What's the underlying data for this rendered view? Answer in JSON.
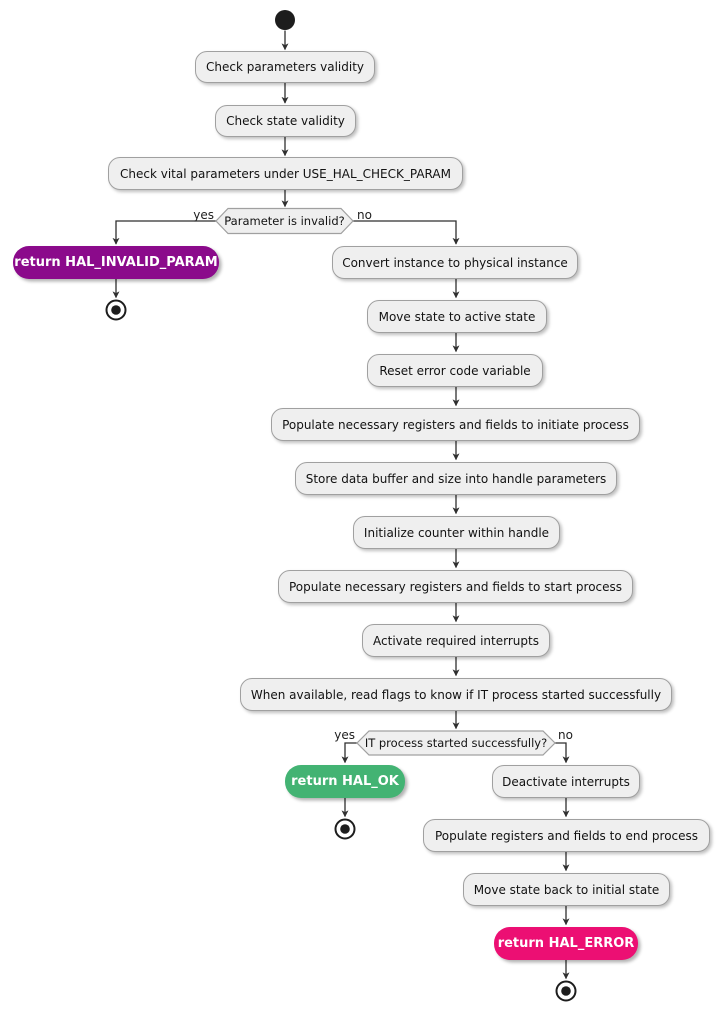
{
  "flowchart": {
    "nodes": {
      "check_params": "Check parameters validity",
      "check_state": "Check state validity",
      "check_vital": "Check vital parameters under USE_HAL_CHECK_PARAM",
      "convert_instance": "Convert instance to physical instance",
      "move_active": "Move state to active state",
      "reset_error": "Reset error code variable",
      "populate_initiate": "Populate necessary registers and fields to initiate process",
      "store_buffer": "Store data buffer and size into handle parameters",
      "init_counter": "Initialize counter within handle",
      "populate_start": "Populate necessary registers and fields to start process",
      "activate_interrupts": "Activate required interrupts",
      "read_flags": "When available, read flags to know if IT process started successfully",
      "deactivate_interrupts": "Deactivate interrupts",
      "populate_end": "Populate registers and fields to end process",
      "move_back": "Move state back to initial state",
      "return_invalid_param": "return HAL_INVALID_PARAM",
      "return_ok": "return HAL_OK",
      "return_error": "return HAL_ERROR"
    },
    "decisions": {
      "param_invalid": {
        "question": "Parameter is invalid?",
        "yes_label": "yes",
        "no_label": "no"
      },
      "it_started": {
        "question": "IT process started successfully?",
        "yes_label": "yes",
        "no_label": "no"
      }
    },
    "colors": {
      "activity_fill": "#EFEFEF",
      "activity_border": "#A0A0A0",
      "arrow": "#2F2F2F",
      "return_invalid_fill": "#8B0A8B",
      "return_ok_fill": "#43B373",
      "return_error_fill": "#EC0F73",
      "return_text": "#FFFFFF"
    }
  }
}
